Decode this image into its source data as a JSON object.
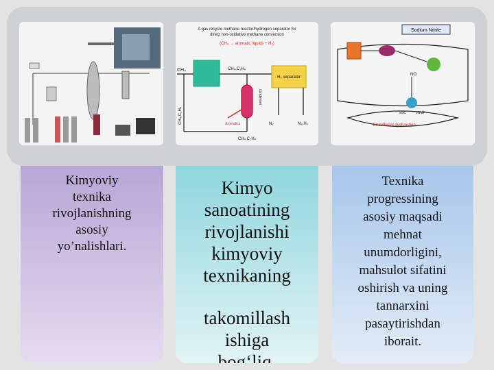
{
  "diagram2": {
    "title_line1": "A gas recycle methane reactor/hydrogen separator for",
    "title_line2": "direct non-oxidative methane conversion",
    "equation": "(CH₄ → aromatic liquids + H₂)",
    "ch4_in": "CH₄",
    "ch4_mix": "CH₄,C₂H₄",
    "h2_separator": "H₂ separator",
    "condenser": "condenser",
    "aromatics": "Aromatics",
    "n2": "N₂",
    "n2h2": "N₂,H₂",
    "recycle_bottom": "CH₄,C₂H₄",
    "recycle_left": "CH₄,C₂H₄"
  },
  "diagram3": {
    "sodium_nitrite": "Sodium Nitrite",
    "no": "NO",
    "sgc": "sGC",
    "cgmp": "cGMP",
    "endothelial": "Endothelial dysfunction"
  },
  "cards": {
    "c1": [
      "Kimyoviy",
      "texnika",
      "rivojlanishning",
      "asosiy",
      "yo’nalishlari."
    ],
    "c2a": [
      "Kimyo",
      "sanoatining",
      "rivojlanishi",
      "kimyoviy",
      "texnikaning"
    ],
    "c2b": [
      "takomillash",
      "ishiga",
      "bog‘liq."
    ],
    "c3": [
      "Texnika",
      "progressining",
      "asosiy  maqsadi",
      "mehnat",
      "unumdorligini,",
      "mahsulot sifatini",
      "oshirish va uning",
      "tannarxini",
      "pasaytirishdan",
      "iborait."
    ]
  }
}
